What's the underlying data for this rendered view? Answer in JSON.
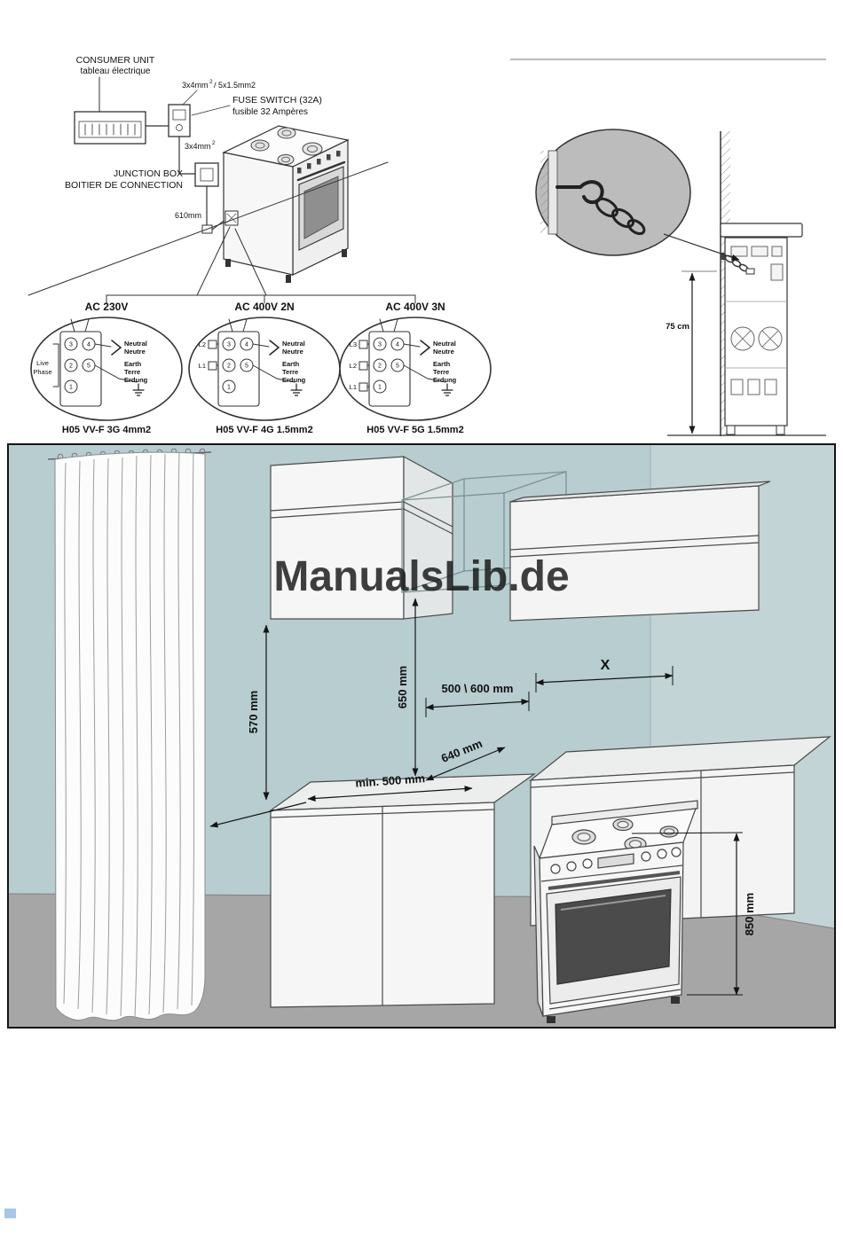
{
  "watermark": {
    "text": "ManualsLib.de",
    "color": "#2e62d9"
  },
  "electrical": {
    "consumer_unit": {
      "line1": "CONSUMER UNIT",
      "line2": "tableau électrique"
    },
    "cable_spec_top": {
      "main": "3x4mm",
      "sup": "2",
      "rest": " / 5x1.5mm2"
    },
    "fuse_switch": {
      "line1": "FUSE SWITCH (32A)",
      "line2": "fusible 32 Ampères"
    },
    "cable_spec_mid": {
      "main": "3x4mm",
      "sup": "2"
    },
    "junction_box": {
      "line1": "JUNCTION BOX",
      "line2": "BOITIER DE CONNECTION"
    },
    "cable_length": "610mm",
    "diagrams": [
      {
        "title": "AC 230V",
        "cable": "H05 VV-F 3G 4mm2",
        "lines": [
          "Live",
          "Phase"
        ],
        "neutral": [
          "Neutral",
          "Neutre"
        ],
        "earth": [
          "Earth",
          "Terre",
          "Erdung"
        ],
        "terminals": [
          "3",
          "2",
          "1",
          "4",
          "5"
        ]
      },
      {
        "title": "AC 400V 2N",
        "cable": "H05 VV-F 4G 1.5mm2",
        "lines": [
          "L2",
          "L1"
        ],
        "neutral": [
          "Neutral",
          "Neutre"
        ],
        "earth": [
          "Earth",
          "Terre",
          "Erdung"
        ],
        "terminals": [
          "3",
          "2",
          "1",
          "4",
          "5"
        ]
      },
      {
        "title": "AC 400V 3N",
        "cable": "H05 VV-F 5G 1.5mm2",
        "lines": [
          "L3",
          "L2",
          "L1"
        ],
        "neutral": [
          "Neutral",
          "Neutre"
        ],
        "earth": [
          "Earth",
          "Terre",
          "Erdung"
        ],
        "terminals": [
          "3",
          "2",
          "1",
          "4",
          "5"
        ]
      }
    ]
  },
  "anti_tip": {
    "height": "75 cm"
  },
  "kitchen": {
    "dims": {
      "d570": "570 mm",
      "d650": "650 mm",
      "d500600": "500 \\ 600 mm",
      "dx": "X",
      "d640": "640 mm",
      "dmin500": "min. 500 mm",
      "d850": "850 mm"
    }
  }
}
